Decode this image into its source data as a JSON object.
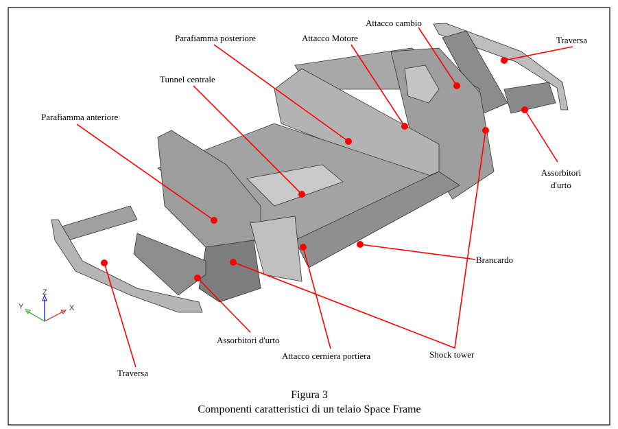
{
  "labels": {
    "attacco_cambio": "Attacco cambio",
    "parafiamma_posteriore": "Parafiamma posteriore",
    "attacco_motore": "Attacco Motore",
    "traversa_rear": "Traversa",
    "tunnel_centrale": "Tunnel centrale",
    "parafiamma_anteriore": "Parafiamma anteriore",
    "assorbitori_rear_line1": "Assorbitori",
    "assorbitori_rear_line2": "d'urto",
    "brancardo": "Brancardo",
    "assorbitori_front": "Assorbitori d'urto",
    "attacco_cerniera": "Attacco cerniera portiera",
    "shock_tower": "Shock tower",
    "traversa_front": "Traversa"
  },
  "axes": {
    "z": "Z",
    "y": "Y",
    "x": "X"
  },
  "caption": {
    "number": "Figura 3",
    "title": "Componenti caratteristici di un telaio Space Frame"
  },
  "colors": {
    "leader": "#ff0000",
    "frame": "#9a9a9a"
  }
}
